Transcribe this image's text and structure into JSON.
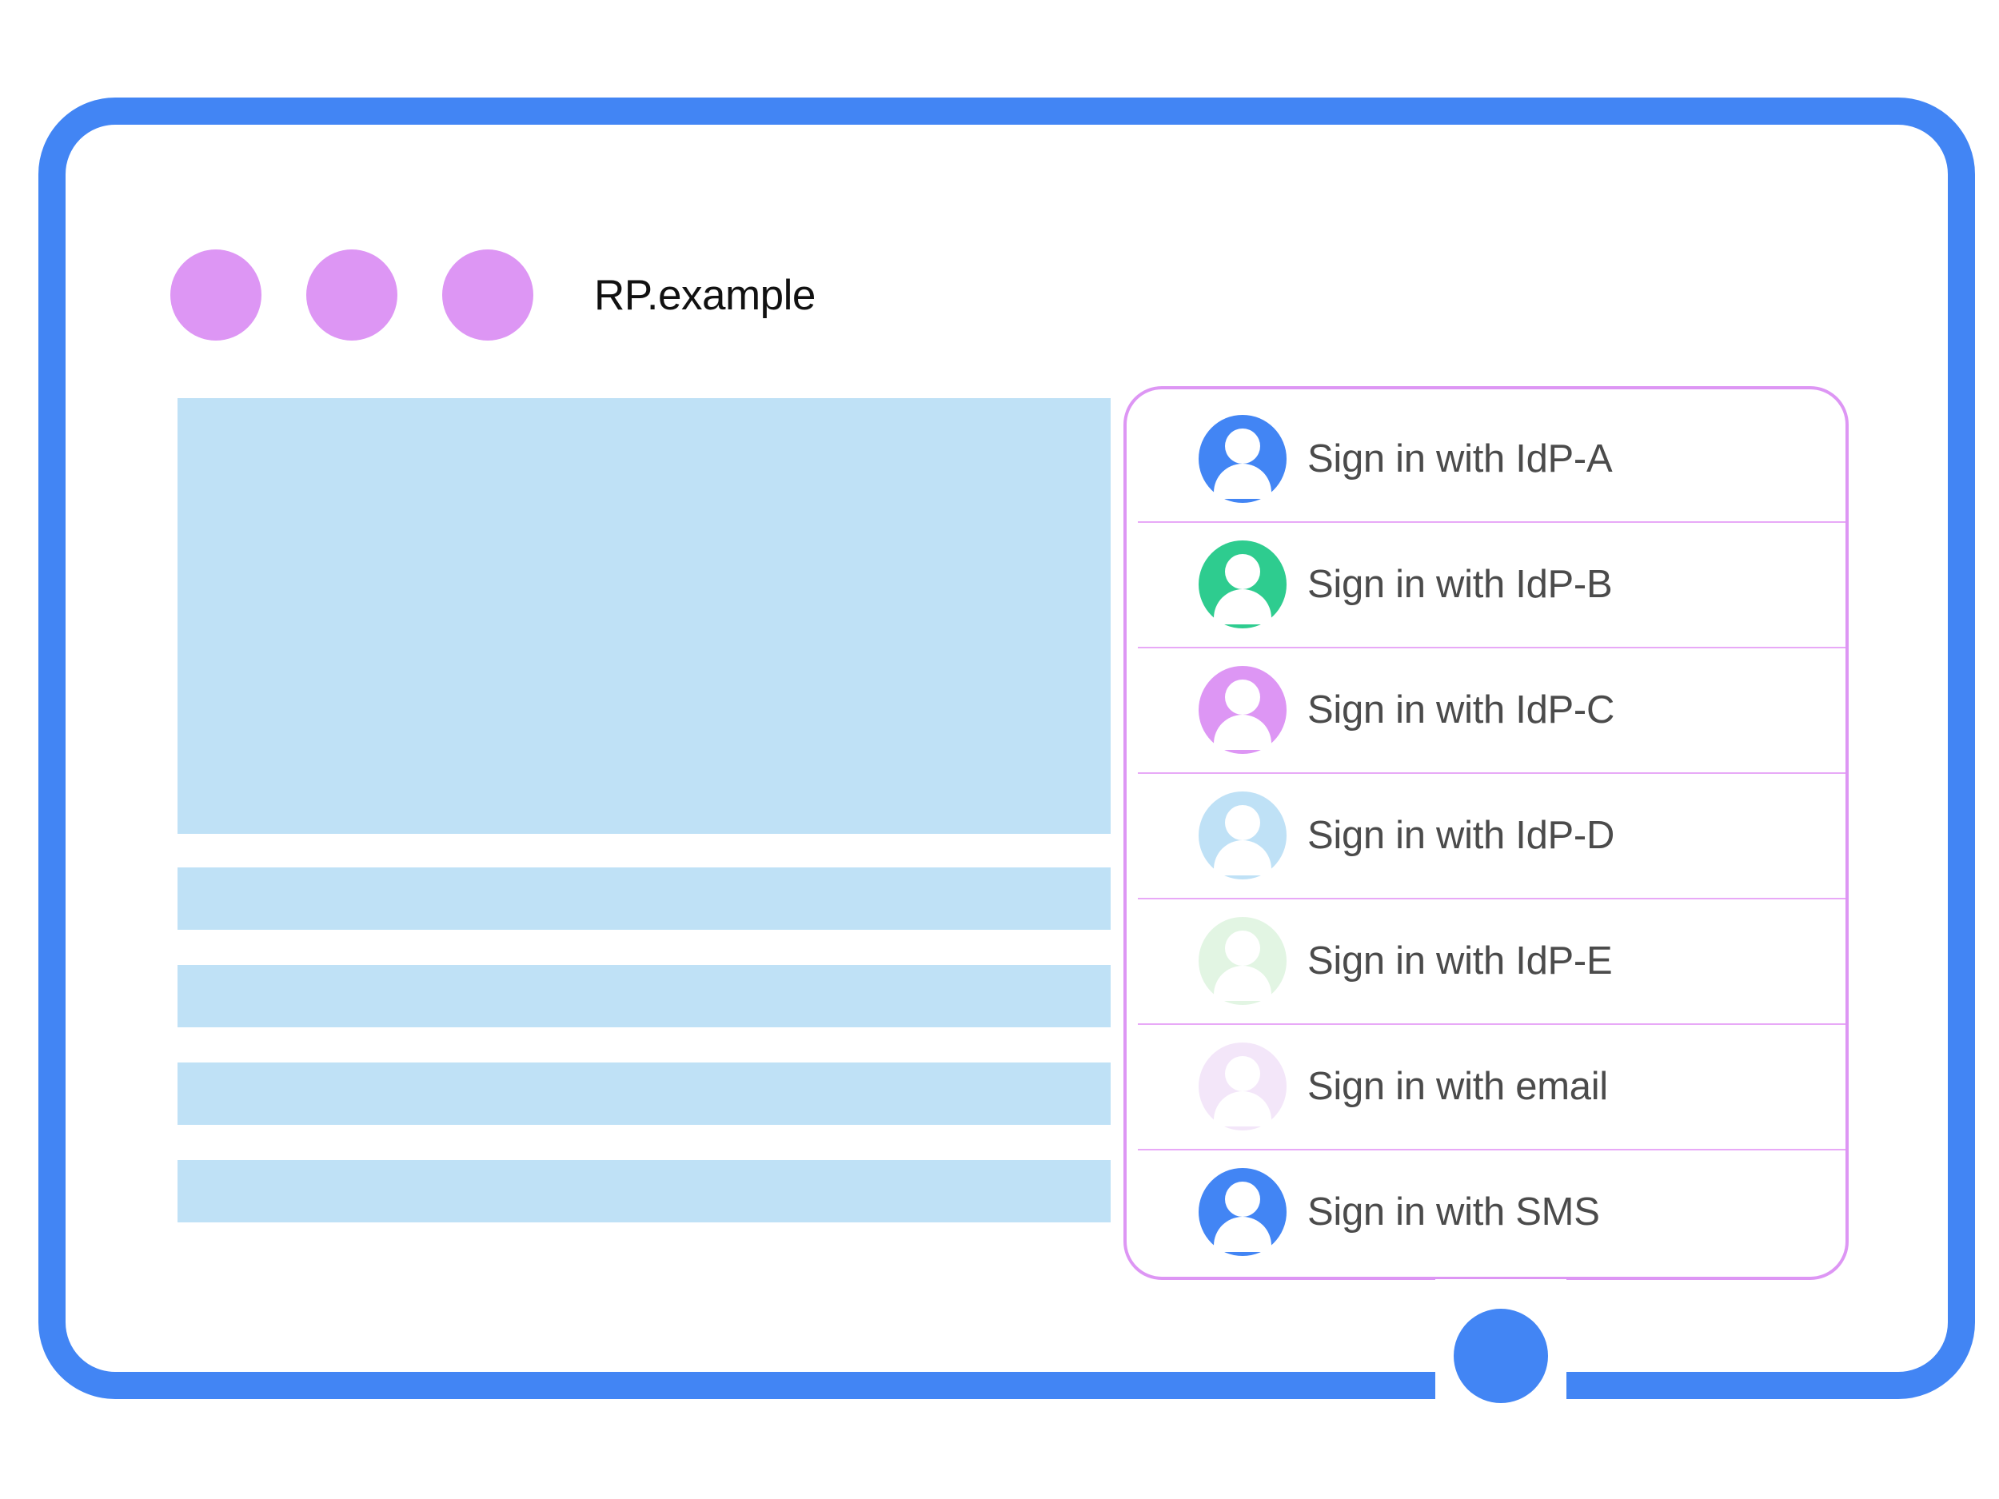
{
  "window": {
    "title": "RP.example",
    "chrome_dots": [
      "dot-1",
      "dot-2",
      "dot-3"
    ],
    "frame_color": "#4285f4",
    "dot_color": "#dd96f4"
  },
  "content_skeleton": {
    "block_color": "#bfe1f6",
    "blocks": [
      {
        "name": "hero-placeholder",
        "kind": "hero"
      },
      {
        "name": "line-placeholder-1",
        "kind": "bar"
      },
      {
        "name": "line-placeholder-2",
        "kind": "bar"
      },
      {
        "name": "line-placeholder-3",
        "kind": "bar"
      },
      {
        "name": "line-placeholder-4",
        "kind": "bar"
      }
    ]
  },
  "account_chooser": {
    "border_color": "#dd96f4",
    "divider_color": "#e8a9f7",
    "label_color": "#4b4b4b",
    "items": [
      {
        "label": "Sign in with IdP-A",
        "icon": "person-avatar-icon",
        "avatar_color": "#4285f4"
      },
      {
        "label": "Sign in with IdP-B",
        "icon": "person-avatar-icon",
        "avatar_color": "#2ecc8f"
      },
      {
        "label": "Sign in with IdP-C",
        "icon": "person-avatar-icon",
        "avatar_color": "#dd96f4"
      },
      {
        "label": "Sign in with IdP-D",
        "icon": "person-avatar-icon",
        "avatar_color": "#bfe1f6"
      },
      {
        "label": "Sign in with IdP-E",
        "icon": "person-avatar-icon",
        "avatar_color": "#e2f5e3"
      },
      {
        "label": "Sign in with email",
        "icon": "person-avatar-icon",
        "avatar_color": "#f3e6f9"
      },
      {
        "label": "Sign in with SMS",
        "icon": "person-avatar-icon",
        "avatar_color": "#4285f4"
      }
    ]
  },
  "device": {
    "home_button": "home-button"
  }
}
